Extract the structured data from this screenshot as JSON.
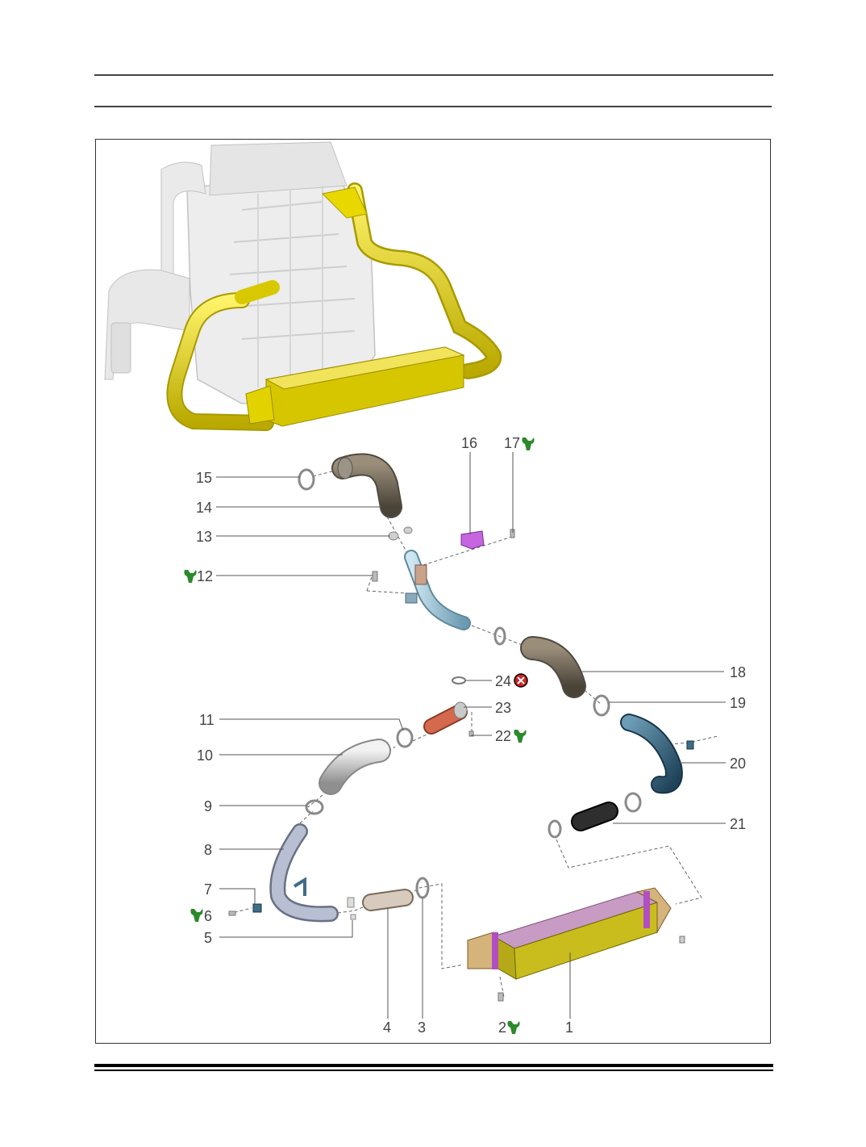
{
  "diagram": {
    "callouts": [
      {
        "id": "15",
        "label": "15",
        "icon": null
      },
      {
        "id": "14",
        "label": "14",
        "icon": null
      },
      {
        "id": "13",
        "label": "13",
        "icon": null
      },
      {
        "id": "12",
        "label": "12",
        "icon": "wrench-icon"
      },
      {
        "id": "16",
        "label": "16",
        "icon": null
      },
      {
        "id": "17",
        "label": "17",
        "icon": "wrench-icon"
      },
      {
        "id": "18",
        "label": "18",
        "icon": null
      },
      {
        "id": "19",
        "label": "19",
        "icon": null
      },
      {
        "id": "24",
        "label": "24",
        "icon": "do-not-reuse-icon"
      },
      {
        "id": "23",
        "label": "23",
        "icon": null
      },
      {
        "id": "22",
        "label": "22",
        "icon": "wrench-icon"
      },
      {
        "id": "11",
        "label": "11",
        "icon": null
      },
      {
        "id": "10",
        "label": "10",
        "icon": null
      },
      {
        "id": "20",
        "label": "20",
        "icon": null
      },
      {
        "id": "9",
        "label": "9",
        "icon": null
      },
      {
        "id": "21",
        "label": "21",
        "icon": null
      },
      {
        "id": "8",
        "label": "8",
        "icon": null
      },
      {
        "id": "7",
        "label": "7",
        "icon": null
      },
      {
        "id": "6",
        "label": "6",
        "icon": "wrench-icon"
      },
      {
        "id": "5",
        "label": "5",
        "icon": null
      },
      {
        "id": "4",
        "label": "4",
        "icon": null
      },
      {
        "id": "3",
        "label": "3",
        "icon": null
      },
      {
        "id": "2",
        "label": "2",
        "icon": "wrench-icon"
      },
      {
        "id": "1",
        "label": "1",
        "icon": null
      }
    ],
    "colors": {
      "highlight_yellow": "#e3d400",
      "engine_grey": "#c8c8c8",
      "pipe_silver": "#b9b9b9",
      "pipe_blue": "#8fb6c9",
      "pipe_darkblue": "#3f6d86",
      "clamp_grey": "#9a9a9a",
      "bracket_purple": "#c565e0",
      "intercooler_body": "#c9bd1e",
      "intercooler_top": "#c79bc4",
      "intercooler_end": "#c8a86a",
      "coupler_orange": "#d4694e",
      "hose_black": "#1f1f1f",
      "wrench_green": "#2b8a2b",
      "no_reuse_red": "#d62020"
    }
  }
}
